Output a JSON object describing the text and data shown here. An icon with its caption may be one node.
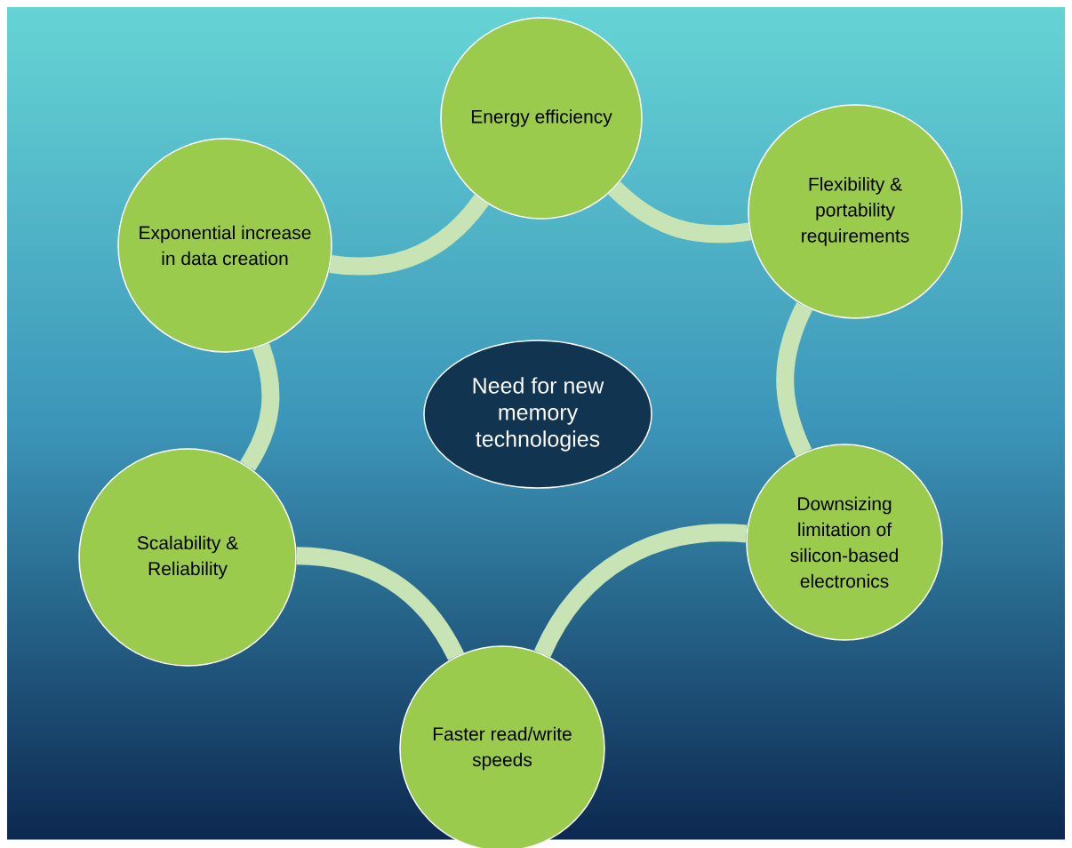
{
  "diagram": {
    "nodes": [
      {
        "text": [
          "Need for new memory technologies"
        ]
      },
      {
        "text": [
          "Energy efficiency"
        ]
      },
      {
        "text": [
          "Flexibility & portability requirements"
        ]
      },
      {
        "text": [
          "Downsizing limitation of silicon-based electronics"
        ]
      },
      {
        "text": [
          "Faster read/write speeds"
        ]
      },
      {
        "text": [
          "Scalability & Reliability"
        ]
      },
      {
        "text": [
          "Exponential increase in data creation"
        ]
      }
    ],
    "edges": [
      {
        "from": 1,
        "to": 2,
        "arrow": "none"
      },
      {
        "from": 2,
        "to": 3,
        "arrow": "none"
      },
      {
        "from": 3,
        "to": 4,
        "arrow": "none"
      },
      {
        "from": 4,
        "to": 5,
        "arrow": "none"
      },
      {
        "from": 5,
        "to": 6,
        "arrow": "none"
      },
      {
        "from": 6,
        "to": 1,
        "arrow": "none"
      }
    ]
  }
}
